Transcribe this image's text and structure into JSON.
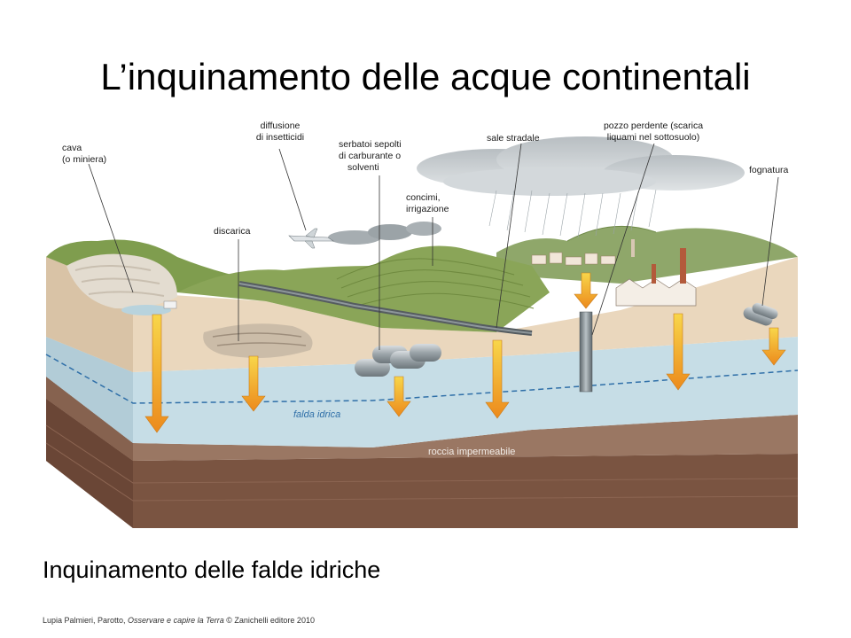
{
  "slide": {
    "title": "L’inquinamento delle acque continentali",
    "subtitle": "Inquinamento delle falde idriche",
    "credit_prefix": "Lupia Palmieri, Parotto, ",
    "credit_book": "Osservare e capire la Terra",
    "credit_suffix": " © Zanichelli editore 2010"
  },
  "diagram": {
    "labels": {
      "cava_1": "cava",
      "cava_2": "(o miniera)",
      "diffusione_1": "diffusione",
      "diffusione_2": "di insetticidi",
      "serbatoi_1": "serbatoi sepolti",
      "serbatoi_2": "di carburante o",
      "serbatoi_3": "solventi",
      "sale": "sale stradale",
      "pozzo_1": "pozzo perdente (scarica",
      "pozzo_2": "liquami nel sottosuolo)",
      "fognatura": "fognatura",
      "concimi_1": "concimi,",
      "concimi_2": "irrigazione",
      "discarica": "discarica",
      "falda": "falda idrica",
      "roccia": "roccia impermeabile"
    },
    "colors": {
      "arrow_top": "#f8d64a",
      "arrow_bottom": "#ec8a1c",
      "aquifer": "#c6dde6",
      "water_table_line": "#2f6fa8",
      "soil": "#ead7bd",
      "rock": "#7a5441",
      "grass": "#7f9d4e",
      "cloud": "#c9ced1"
    }
  }
}
